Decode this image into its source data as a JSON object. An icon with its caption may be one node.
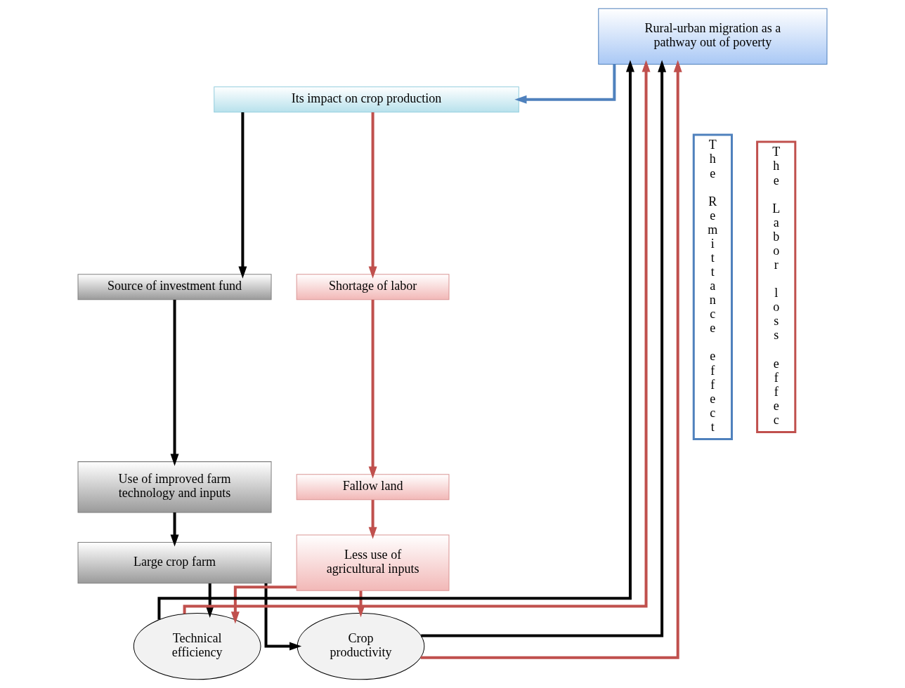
{
  "diagram": {
    "nodes": [
      {
        "text": [
          "Rural-urban migration as a pathway out of poverty"
        ]
      },
      {
        "text": [
          "Its impact on crop production"
        ]
      },
      {
        "text": [
          "Source of investment fund"
        ]
      },
      {
        "text": [
          "Use of improved farm technology and inputs"
        ]
      },
      {
        "text": [
          "Large crop farm"
        ]
      },
      {
        "text": [
          "Shortage of labor"
        ]
      },
      {
        "text": [
          "Fallow land"
        ]
      },
      {
        "text": [
          "Less use of agricultural inputs"
        ]
      },
      {
        "text": [
          "Technical efficiency"
        ]
      },
      {
        "text": [
          "Crop productivity"
        ]
      },
      {
        "text": [
          "The Remittance effect"
        ]
      },
      {
        "text": [
          "The Labor loss effec"
        ]
      }
    ],
    "edges": [
      {
        "from": 0,
        "to": 1,
        "arrow": "to",
        "color": "#4f81bd"
      },
      {
        "from": 1,
        "to": 2,
        "arrow": "to"
      },
      {
        "from": 2,
        "to": 3,
        "arrow": "to"
      },
      {
        "from": 3,
        "to": 4,
        "arrow": "to"
      },
      {
        "from": 4,
        "to": 8,
        "arrow": "to"
      },
      {
        "from": 4,
        "to": 9,
        "arrow": "to"
      },
      {
        "from": 8,
        "to": 0,
        "arrow": "to"
      },
      {
        "from": 9,
        "to": 0,
        "arrow": "to"
      },
      {
        "from": 1,
        "to": 5,
        "arrow": "to",
        "color": "#c0504d"
      },
      {
        "from": 5,
        "to": 6,
        "arrow": "to",
        "color": "#c0504d"
      },
      {
        "from": 6,
        "to": 7,
        "arrow": "to",
        "color": "#c0504d"
      },
      {
        "from": 7,
        "to": 8,
        "arrow": "to",
        "color": "#c0504d"
      },
      {
        "from": 7,
        "to": 9,
        "arrow": "to",
        "color": "#c0504d"
      },
      {
        "from": 8,
        "to": 0,
        "arrow": "to",
        "color": "#c0504d"
      },
      {
        "from": 9,
        "to": 0,
        "arrow": "to",
        "color": "#c0504d"
      }
    ]
  }
}
